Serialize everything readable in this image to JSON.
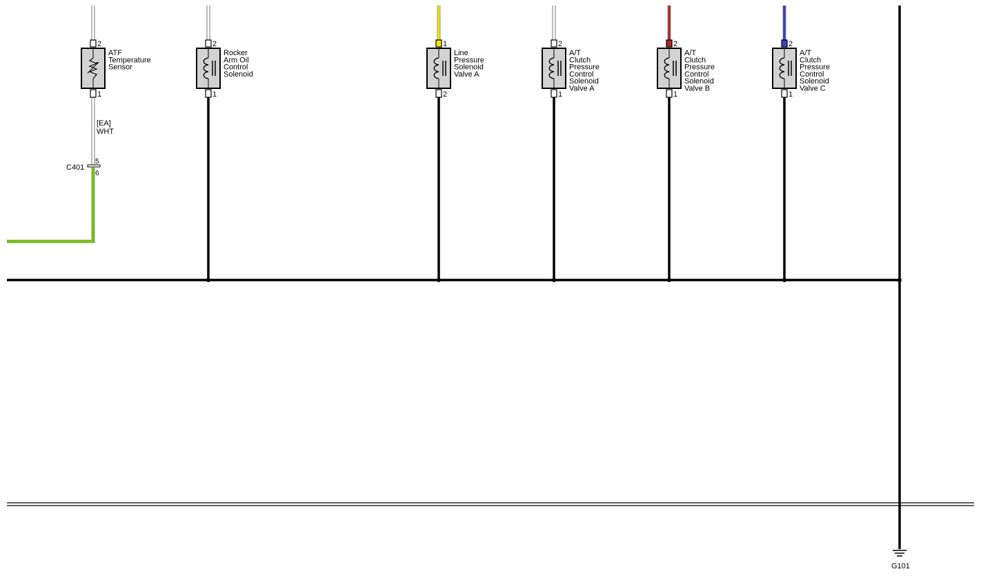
{
  "colors": {
    "yellow": "#f2e600",
    "red": "#b02a22",
    "blue": "#3d3dc8",
    "green": "#7cc41f",
    "white_wire_outline": "#555555",
    "body": "#d2d2d2"
  },
  "components": [
    {
      "id": "atf-temp",
      "type": "thermistor",
      "top_pin": "2",
      "bottom_pin": "1",
      "top_wire": "white",
      "label_lines": [
        "ATF",
        "Temperature",
        "Sensor"
      ]
    },
    {
      "id": "rocker",
      "type": "solenoid",
      "top_pin": "2",
      "bottom_pin": "1",
      "top_wire": "white",
      "label_lines": [
        "Rocker",
        "Arm Oil",
        "Control",
        "Solenoid"
      ]
    },
    {
      "id": "line-pressure-a",
      "type": "solenoid",
      "top_pin": "1",
      "bottom_pin": "2",
      "top_wire": "yellow",
      "label_lines": [
        "Line",
        "Pressure",
        "Solenoid",
        "Valve A"
      ]
    },
    {
      "id": "clutch-a",
      "type": "solenoid",
      "top_pin": "2",
      "bottom_pin": "1",
      "top_wire": "white",
      "label_lines": [
        "A/T",
        "Clutch",
        "Pressure",
        "Control",
        "Solenoid",
        "Valve A"
      ]
    },
    {
      "id": "clutch-b",
      "type": "solenoid",
      "top_pin": "2",
      "bottom_pin": "1",
      "top_wire": "red",
      "label_lines": [
        "A/T",
        "Clutch",
        "Pressure",
        "Control",
        "Solenoid",
        "Valve B"
      ]
    },
    {
      "id": "clutch-c",
      "type": "solenoid",
      "top_pin": "2",
      "bottom_pin": "1",
      "top_wire": "blue",
      "label_lines": [
        "A/T",
        "Clutch",
        "Pressure",
        "Control",
        "Solenoid",
        "Valve C"
      ]
    }
  ],
  "wire_label": {
    "line1": "[EA]",
    "line2": "WHT"
  },
  "connector": {
    "name": "C401",
    "pin_top": "5",
    "pin_bottom": "6"
  },
  "ground": {
    "name": "G101"
  }
}
